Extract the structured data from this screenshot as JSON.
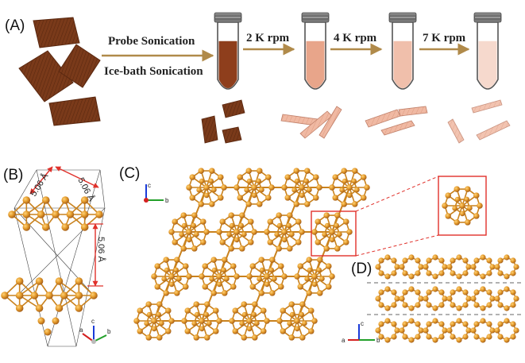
{
  "panels": {
    "a": "(A)",
    "b": "(B)",
    "c": "(C)",
    "d": "(D)"
  },
  "process": {
    "step1_top": "Probe Sonication",
    "step1_bottom": "Ice-bath Sonication",
    "speeds": [
      "2 K rpm",
      "4 K rpm",
      "7 K rpm"
    ]
  },
  "dimensions": {
    "d1": "5.06 Å",
    "d2": "5.06 Å",
    "d3": "5.06 Å"
  },
  "axes": {
    "c_panel": [
      "c",
      "b"
    ],
    "b_panel": [
      "a",
      "c",
      "b"
    ],
    "d_panel": [
      "a",
      "c",
      "b"
    ]
  },
  "colors": {
    "flake_dark": "#7a3a1a",
    "atom": "#e39a2a",
    "bond": "#c9821e",
    "arrow": "#b08a4a",
    "highlight": "#e0302a",
    "tube_cap": "#6c6c6c"
  },
  "tube_fills": [
    {
      "color": "#8e3e1c",
      "level": 0.78
    },
    {
      "color": "#e8a58a",
      "level": 0.78
    },
    {
      "color": "#f0bfab",
      "level": 0.78
    },
    {
      "color": "#f6d9cd",
      "level": 0.78
    }
  ]
}
